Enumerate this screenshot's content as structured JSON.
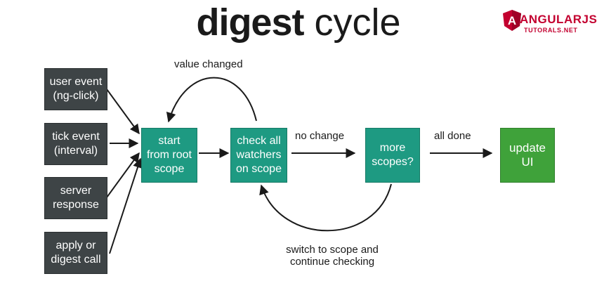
{
  "title": {
    "bold": "digest",
    "light": "cycle"
  },
  "logo": {
    "brand": "ANGULARJS",
    "sub": "TUTORALS.NET"
  },
  "sources": [
    {
      "line1": "user event",
      "line2": "(ng-click)"
    },
    {
      "line1": "tick event",
      "line2": "(interval)"
    },
    {
      "line1": "server",
      "line2": "response"
    },
    {
      "line1": "apply or",
      "line2": "digest call"
    }
  ],
  "steps": {
    "start": {
      "line1": "start",
      "line2": "from root",
      "line3": "scope"
    },
    "check": {
      "line1": "check all",
      "line2": "watchers",
      "line3": "on scope"
    },
    "more": {
      "line1": "more",
      "line2": "scopes?"
    },
    "update": {
      "line1": "update",
      "line2": "UI"
    }
  },
  "labels": {
    "value_changed": "value changed",
    "no_change": "no change",
    "all_done": "all done",
    "switch_line1": "switch to scope and",
    "switch_line2": "continue checking"
  },
  "colors": {
    "source_box": "#3e4446",
    "step_box": "#1e9a82",
    "done_box": "#3fa23a",
    "brand": "#c3002f"
  }
}
